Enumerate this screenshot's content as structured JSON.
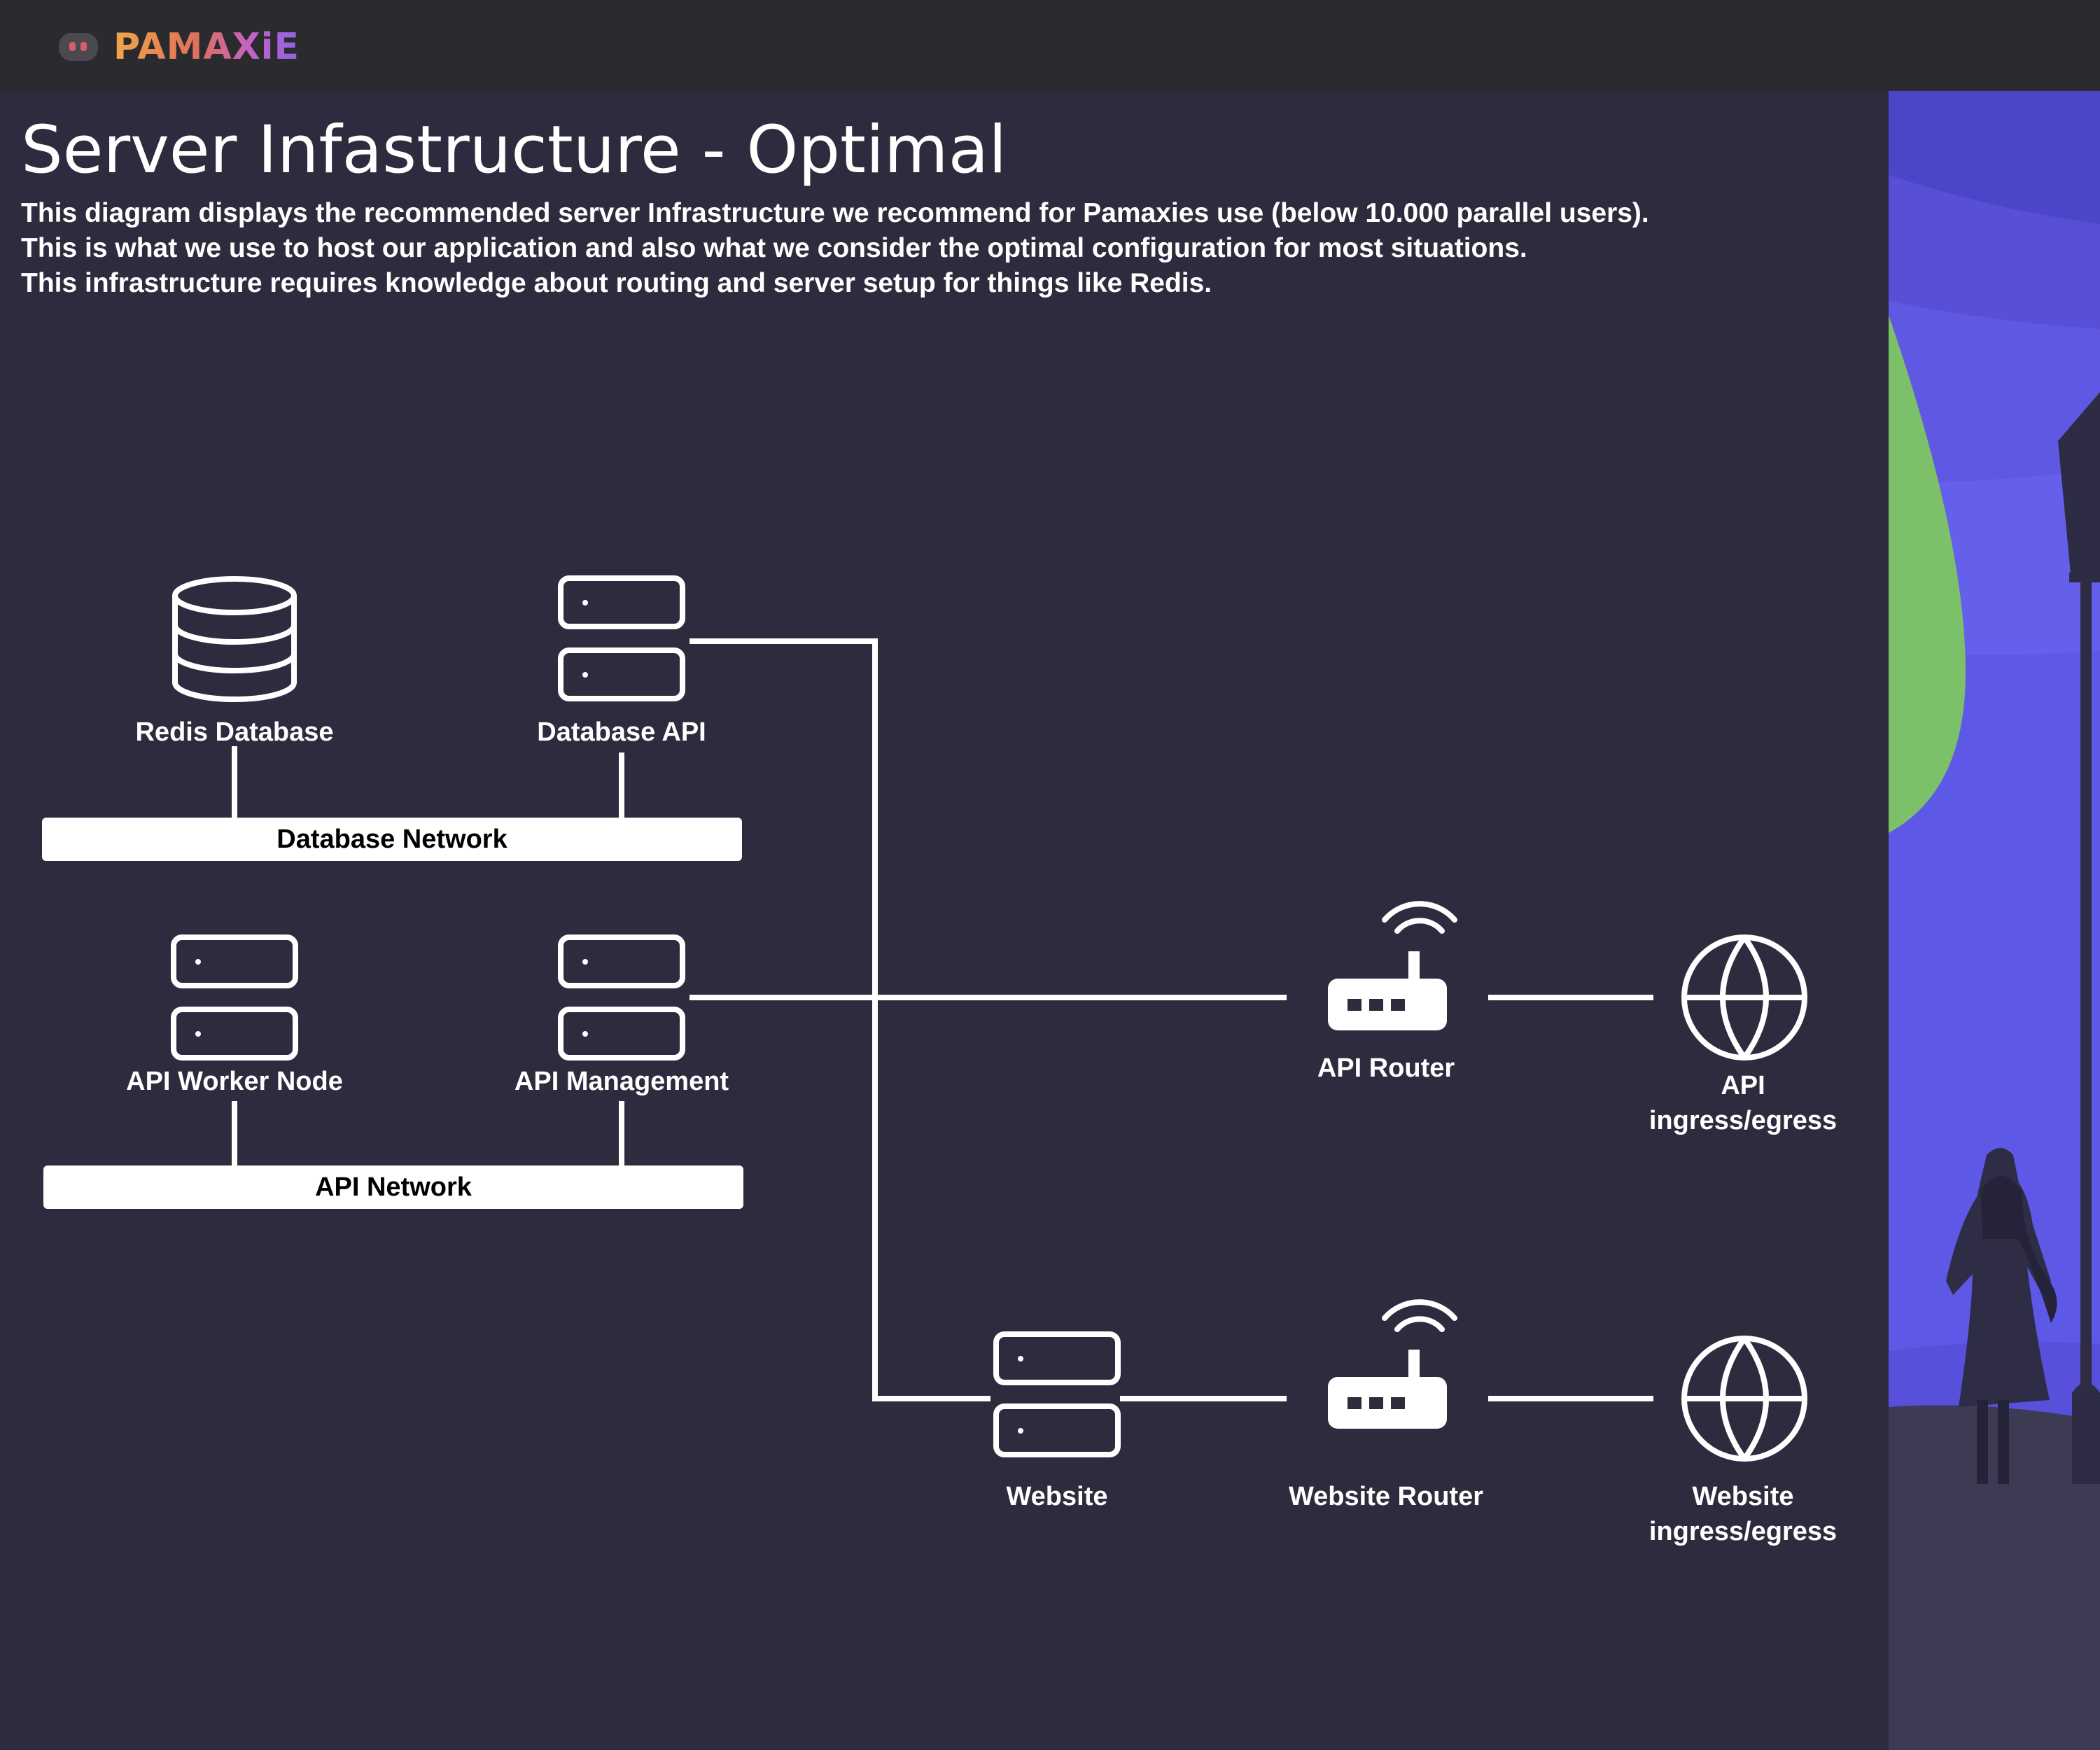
{
  "app": {
    "logo_text": "PAMAXiE"
  },
  "header": {
    "title": "Server Infastructure - Optimal",
    "description": [
      "This diagram displays the recommended server Infrastructure we recommend for Pamaxies use (below 10.000 parallel users).",
      "This is what we use to host our application and also what we consider the optimal configuration for most situations.",
      "This infrastructure requires knowledge about routing and server setup for things like Redis."
    ]
  },
  "diagram": {
    "nodes": {
      "redis_database": {
        "label": "Redis Database",
        "icon": "database-icon"
      },
      "database_api": {
        "label": "Database API",
        "icon": "server-icon"
      },
      "api_worker_node": {
        "label": "API Worker Node",
        "icon": "server-icon"
      },
      "api_management": {
        "label": "API Management",
        "icon": "server-icon"
      },
      "website": {
        "label": "Website",
        "icon": "server-icon"
      },
      "api_router": {
        "label": "API Router",
        "icon": "router-icon"
      },
      "website_router": {
        "label": "Website Router",
        "icon": "router-icon"
      },
      "api_ingress": {
        "label_line1": "API",
        "label_line2": "ingress/egress",
        "icon": "globe-icon"
      },
      "website_ingress": {
        "label_line1": "Website",
        "label_line2": "ingress/egress",
        "icon": "globe-icon"
      }
    },
    "networks": {
      "database_network": "Database Network",
      "api_network": "API Network"
    }
  },
  "colors": {
    "background": "#2d2c3e",
    "topbar": "#2b2b2f",
    "foreground": "#ffffff",
    "side_art_purple": "#5d55e0",
    "side_art_green": "#7cc06a"
  }
}
